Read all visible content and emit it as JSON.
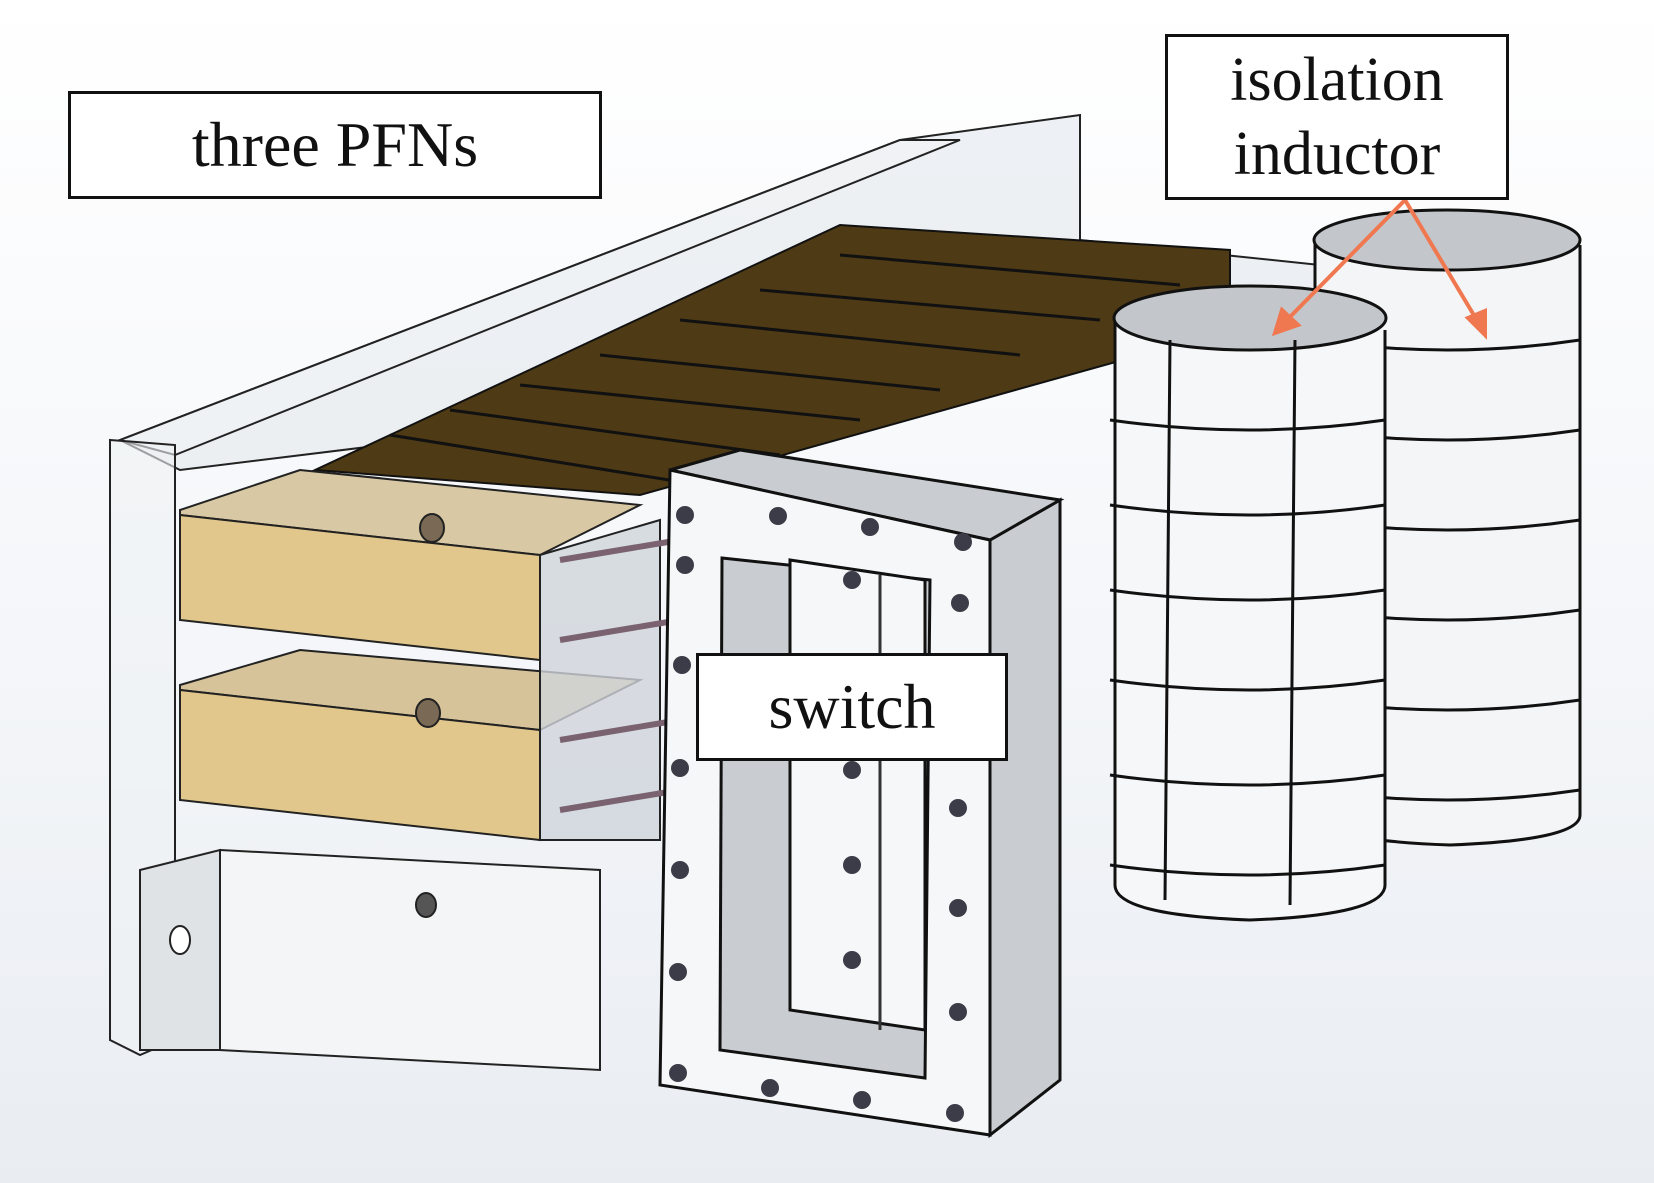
{
  "figure": {
    "type": "3D CAD assembly rendering",
    "labels": {
      "pfn": "three PFNs",
      "inductor_line1": "isolation",
      "inductor_line2": "inductor",
      "switch": "switch"
    },
    "annotations": {
      "arrow_color": "#F07850",
      "arrow_count": 2,
      "arrow_target": "isolation inductor"
    },
    "colors": {
      "dielectric_top": "#4E3A14",
      "pfn_block": "#E2C78C",
      "switch_body": "#C9CDD1",
      "inductor_body": "#F4F5F6",
      "housing": "#DDE2E7",
      "bolt": "#3C3C48",
      "strip": "#7A6270"
    }
  }
}
